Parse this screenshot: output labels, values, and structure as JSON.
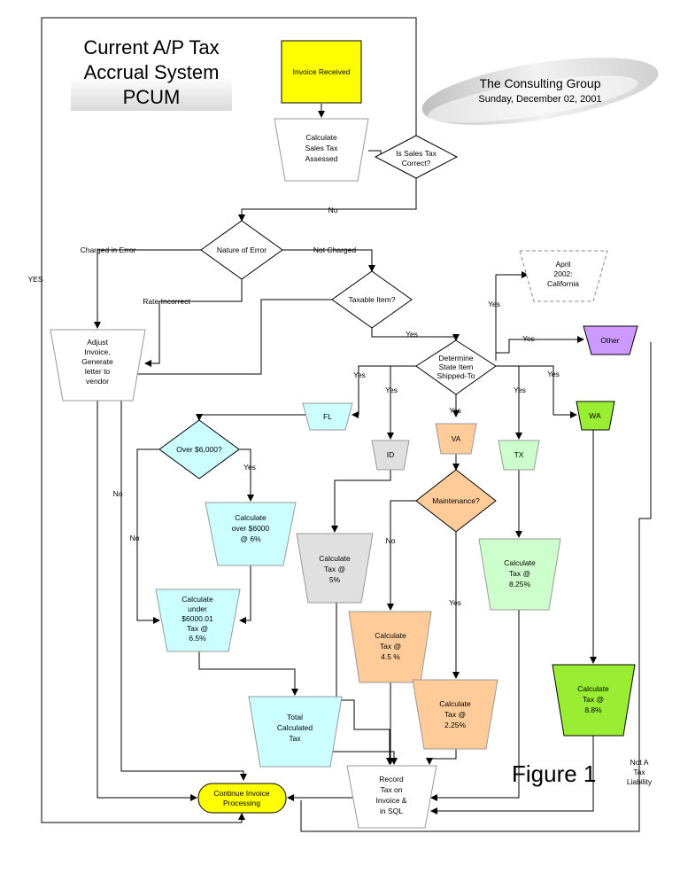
{
  "title": {
    "lines": [
      "Current A/P Tax",
      "Accrual System",
      "PCUM"
    ]
  },
  "banner": {
    "company": "The Consulting Group",
    "date": "Sunday, December 02, 2001"
  },
  "caption": "Figure 1",
  "nodes": {
    "invoice_received": [
      "Invoice Received"
    ],
    "calc_sales_tax": [
      "Calculate",
      "Sales Tax",
      "Assessed"
    ],
    "is_sales_tax_correct": [
      "Is Sales Tax",
      "Correct?"
    ],
    "nature_of_error": [
      "Nature of Error"
    ],
    "taxable_item": [
      "Taxable Item?"
    ],
    "adjust_invoice": [
      "Adjust",
      "Invoice,",
      "Generate",
      "letter to",
      "vendor"
    ],
    "april_2002": [
      "April",
      "2002:",
      "California"
    ],
    "determine_state": [
      "Determine",
      "State Item",
      "Shipped-To"
    ],
    "other": [
      "Other"
    ],
    "fl": [
      "FL"
    ],
    "id": [
      "ID"
    ],
    "va": [
      "VA"
    ],
    "tx": [
      "TX"
    ],
    "wa": [
      "WA"
    ],
    "over_6000": [
      "Over $6,000?"
    ],
    "calc_over_6000": [
      "Calculate",
      "over $6000",
      "@ 6%"
    ],
    "calc_under_6000": [
      "Calculate",
      "under",
      "$6000.01",
      "Tax @",
      "6.5%"
    ],
    "maintenance": [
      "Maintenance?"
    ],
    "calc_id_5": [
      "Calculate",
      "Tax @",
      "5%"
    ],
    "calc_va_45": [
      "Calculate",
      "Tax @",
      "4.5 %"
    ],
    "calc_va_225": [
      "Calculate",
      "Tax @",
      "2.25%"
    ],
    "calc_tx_825": [
      "Calculate",
      "Tax @",
      "8.25%"
    ],
    "calc_wa_88": [
      "Calculate",
      "Tax @",
      "8.8%"
    ],
    "total_calculated": [
      "Total",
      "Calculated",
      "Tax"
    ],
    "record_tax": [
      "Record",
      "Tax on",
      "Invoice &",
      "in  SQL"
    ],
    "continue_processing": [
      "Continue Invoice",
      "Processing"
    ]
  },
  "edge_labels": {
    "no_top": "No",
    "charged_in_error": "Charged in Error",
    "not_charged": "Not Charged",
    "rate_incorrect": "Rate Incorrect",
    "yes_left": "YES",
    "yes_taxable": "Yes",
    "yes_april": "Yes",
    "yes_other": "Yes",
    "yes_fl": "Yes",
    "yes_id": "Yes",
    "yes_va": "Yes",
    "yes_tx": "Yes",
    "yes_wa": "Yes",
    "yes_over": "Yes",
    "no_over": "No",
    "no_taxable": "No",
    "no_maint": "No",
    "yes_maint": "Yes",
    "not_a_tax_liability": [
      "Not A",
      "Tax",
      "Liability"
    ]
  },
  "colors": {
    "invoice_yellow": "#ffff00",
    "fl_cyan": "#ccffff",
    "id_gray": "#e0e0e0",
    "va_orange": "#ffcc99",
    "tx_green": "#ccffcc",
    "wa_green": "#99ee33",
    "other_purple": "#cc99ff",
    "continue_yellow": "#ffff00"
  }
}
